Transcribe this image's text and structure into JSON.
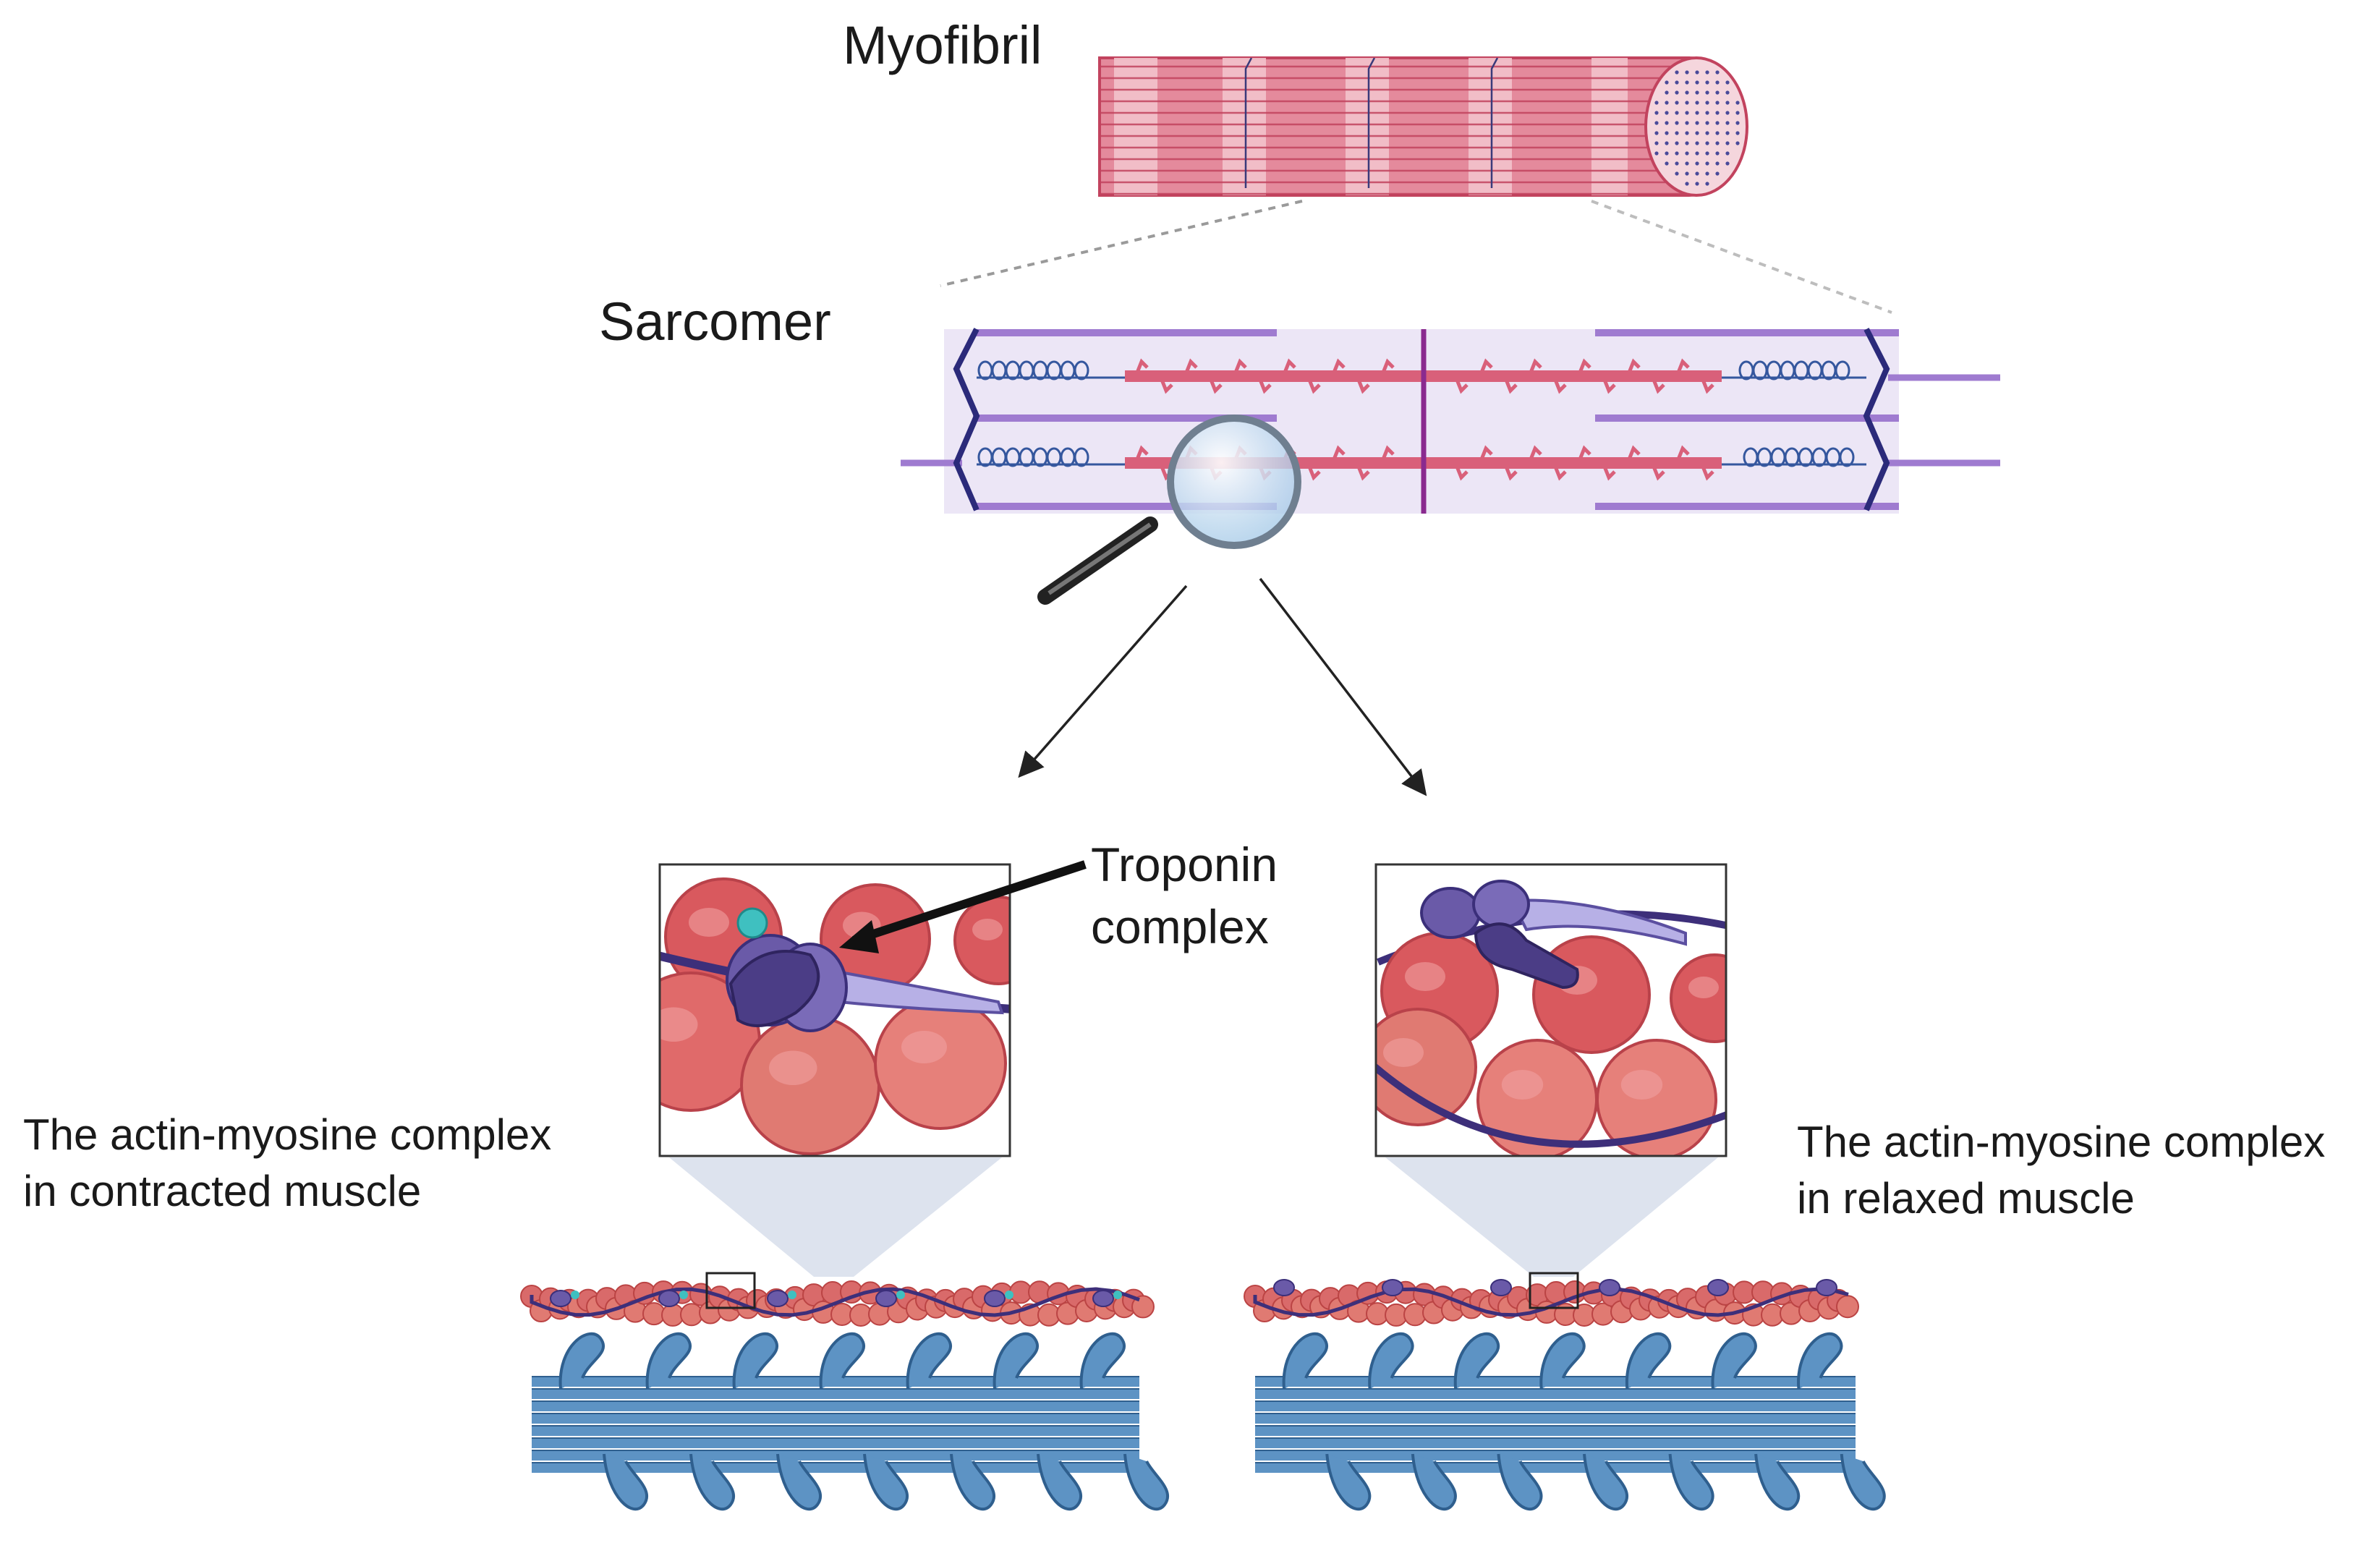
{
  "labels": {
    "myofibril": "Myofibril",
    "sarcomer": "Sarcomer",
    "troponin_line1": "Troponin",
    "troponin_line2": "complex",
    "contracted_line1": "The actin-myosine complex",
    "contracted_line2": "in contracted muscle",
    "relaxed_line1": "The actin-myosine complex",
    "relaxed_line2": "in relaxed muscle"
  },
  "colors": {
    "myofibril_pink": "#e48a9c",
    "myofibril_stripe": "#c2435e",
    "actin_red": "#d9595e",
    "actin_dark": "#b9424a",
    "tropomyosin": "#3d2f7a",
    "troponin_purple": "#6a5aa8",
    "troponin_light": "#b7b0e6",
    "calcium_teal": "#3fc0c0",
    "myosin_blue": "#5d93c4",
    "myosin_edge": "#2f5f8e",
    "zdisc_navy": "#2b2a7a",
    "titin_blue": "#35579e",
    "mline_purple": "#8a2a8f",
    "callout_fill": "#dde3ee",
    "text": "#1a1a1a"
  }
}
